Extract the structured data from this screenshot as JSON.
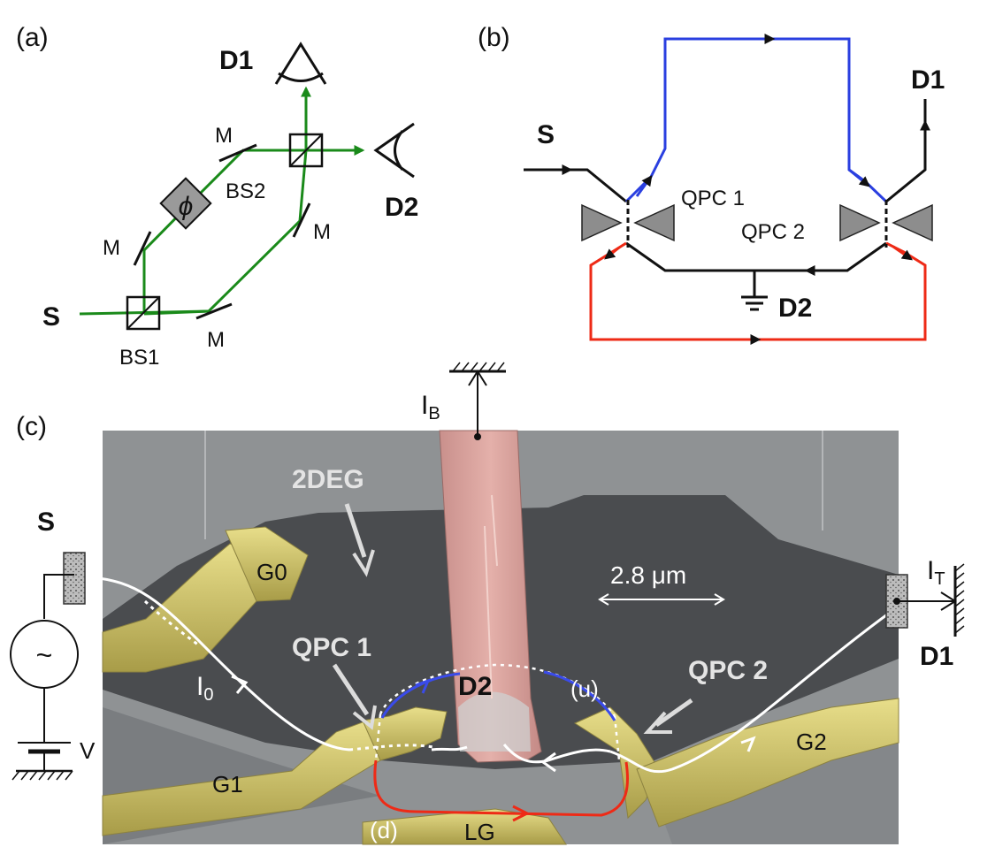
{
  "panels": {
    "a": "(a)",
    "b": "(b)",
    "c": "(c)"
  },
  "panel_a": {
    "source": "S",
    "detector1": "D1",
    "detector2": "D2",
    "beam_splitter_1": "BS1",
    "beam_splitter_2": "BS2",
    "mirror": "M",
    "phase": "ϕ"
  },
  "panel_b": {
    "source": "S",
    "detector1": "D1",
    "detector2": "D2",
    "qpc1": "QPC 1",
    "qpc2": "QPC 2"
  },
  "panel_c": {
    "source": "S",
    "detector1": "D1",
    "detector2": "D2",
    "current_b_main": "I",
    "current_b_sub": "B",
    "current_t_main": "I",
    "current_t_sub": "T",
    "current_0_main": "I",
    "current_0_sub": "0",
    "voltage": "V",
    "ac_source": "~",
    "two_deg": "2DEG",
    "scale": "2.8 μm",
    "qpc1": "QPC 1",
    "qpc2": "QPC 2",
    "gate_g0": "G0",
    "gate_g1": "G1",
    "gate_g2": "G2",
    "gate_lg": "LG",
    "path_up": "(u)",
    "path_down": "(d)"
  },
  "colors": {
    "beam": "#1a8a1a",
    "upper_path": "#2a3fe0",
    "lower_path": "#ee2a16",
    "gate": "#cfc46a",
    "ohmic_contact": "#e08a88",
    "sem_background": "#8f9294"
  }
}
